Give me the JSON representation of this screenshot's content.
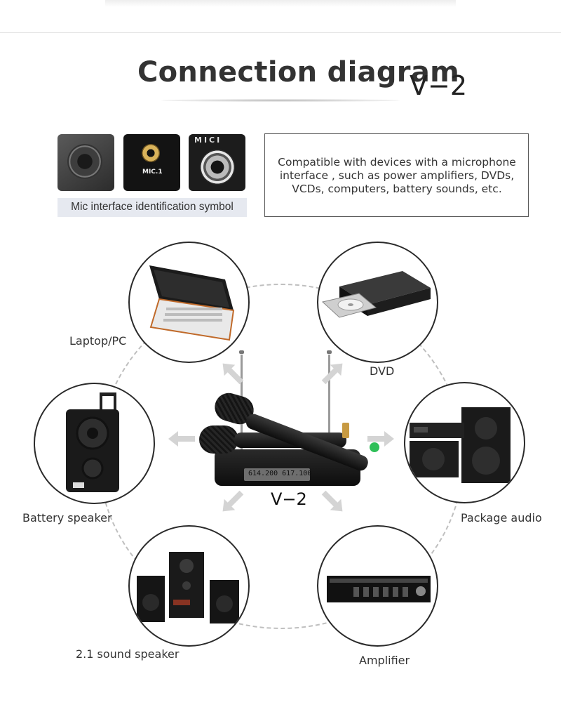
{
  "header": {
    "title": "Connection diagram",
    "model": "V−2"
  },
  "mic_interface": {
    "caption": "Mic interface identification symbol",
    "port_labels": [
      "MIC.1",
      "MICI"
    ]
  },
  "compatibility": {
    "lines": [
      "Compatible with devices with a microphone",
      "interface , such as power amplifiers, DVDs,",
      "VCDs, computers, battery sounds, etc."
    ]
  },
  "center": {
    "model_label": "V−2",
    "display_text": "614.200 617.100"
  },
  "devices": {
    "laptop": "Laptop/PC",
    "dvd": "DVD",
    "battery_speaker": "Battery speaker",
    "package_audio": "Package audio",
    "sound_speaker": "2.1 sound speaker",
    "amplifier": "Amplifier"
  },
  "colors": {
    "accent_green": "#2fbf58",
    "ring_dash": "#bfbfbf",
    "arrow": "#d4d4d4"
  }
}
